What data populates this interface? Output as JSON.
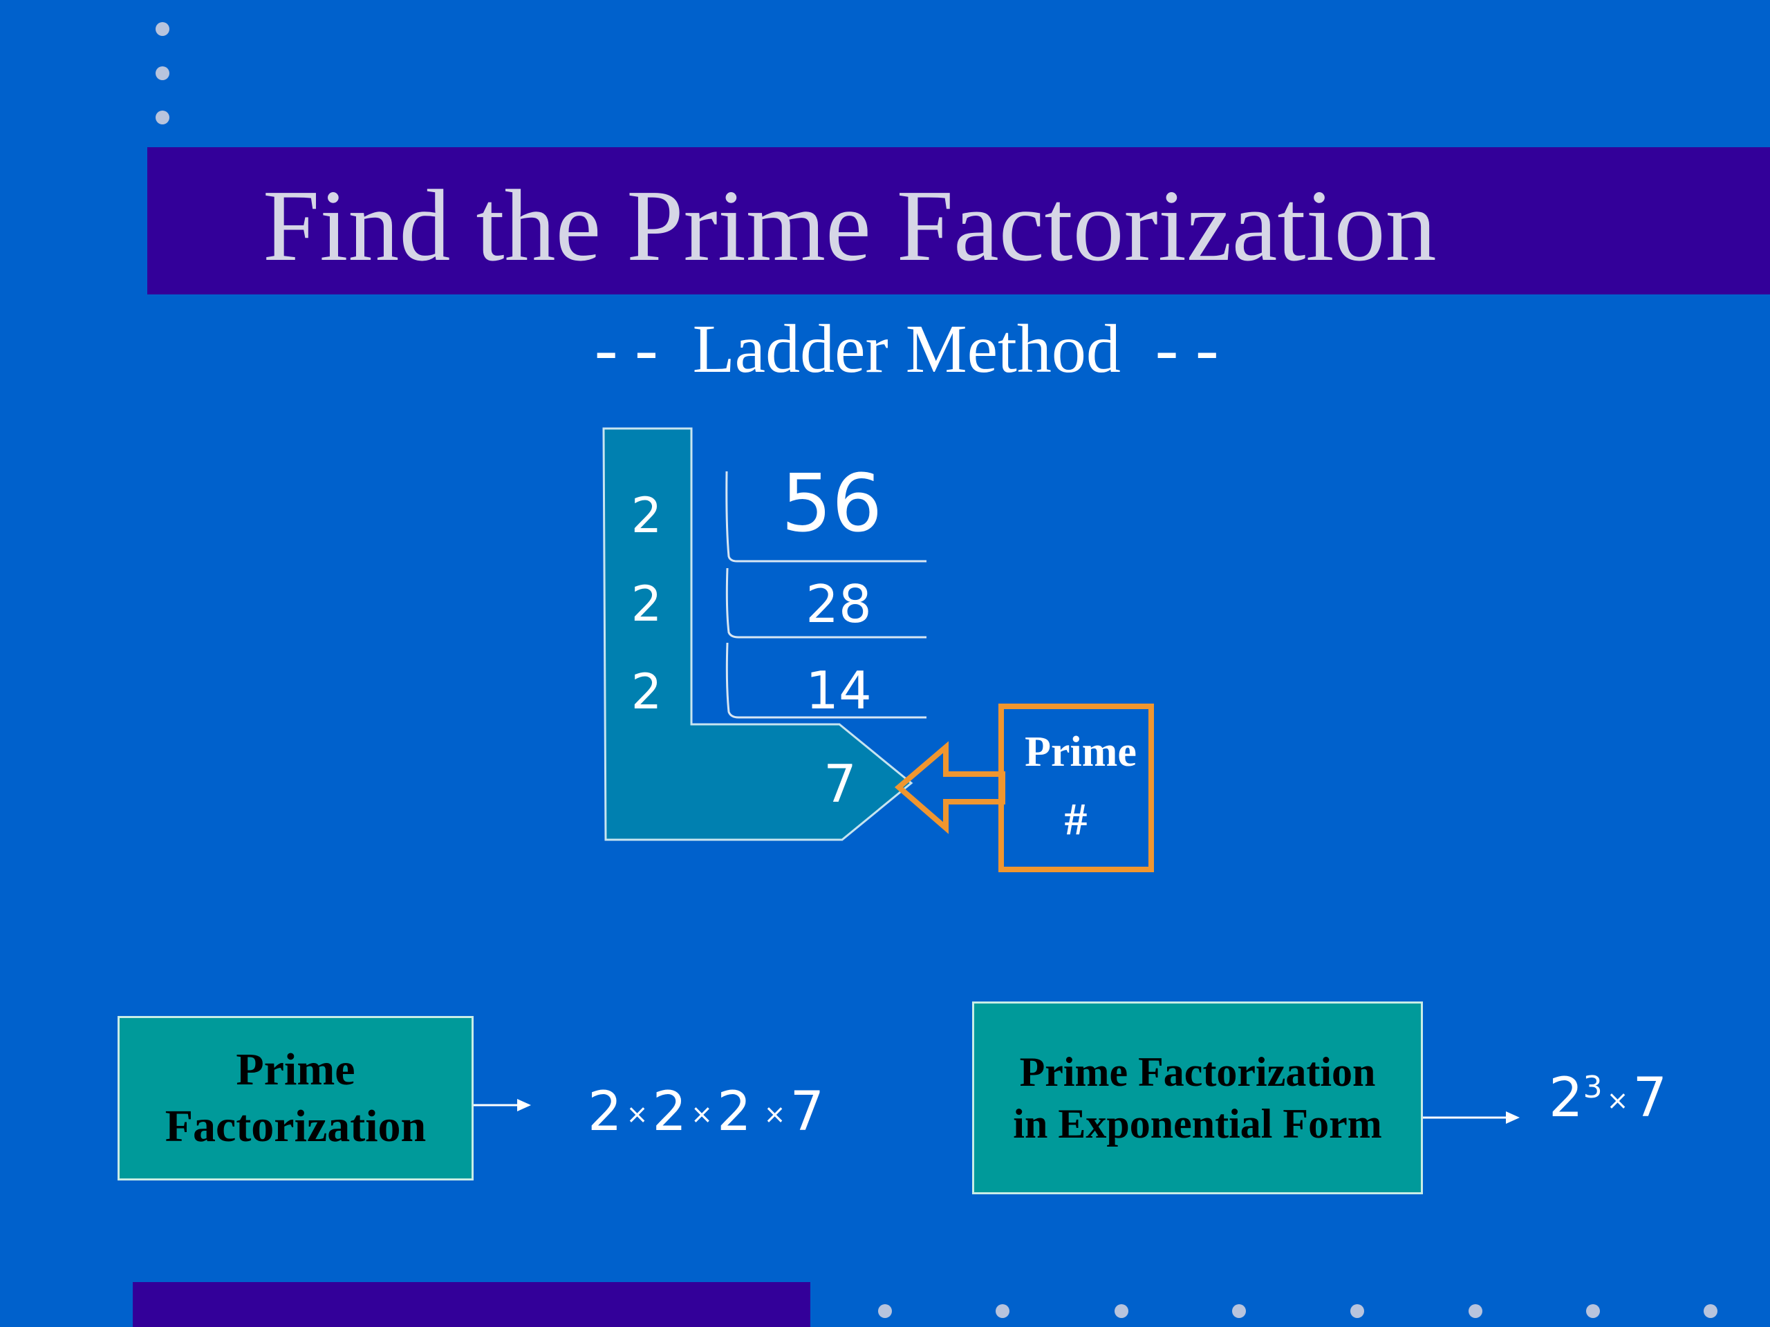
{
  "slide": {
    "title": "Find the Prime Factorization",
    "subtitle": "- -  Ladder Method  - -"
  },
  "ladder": {
    "divisors": [
      "2",
      "2",
      "2"
    ],
    "quotients": [
      "56",
      "28",
      "14"
    ],
    "last_quotient": "7",
    "callout_line1": "Prime",
    "callout_line2": "#"
  },
  "prime_factorization": {
    "label_line1": "Prime",
    "label_line2": "Factorization",
    "factors": [
      "2",
      "2",
      "2",
      "7"
    ],
    "times_symbol": "×"
  },
  "exponential_form": {
    "label_line1": "Prime Factorization",
    "label_line2": "in Exponential Form",
    "base": "2",
    "exponent": "3",
    "times_symbol": "×",
    "factor": "7"
  },
  "colors": {
    "background": "#0061cc",
    "band": "#330099",
    "ladder_fill": "#0080b0",
    "callout_border": "#f0962f",
    "box_fill": "#009a9a"
  }
}
